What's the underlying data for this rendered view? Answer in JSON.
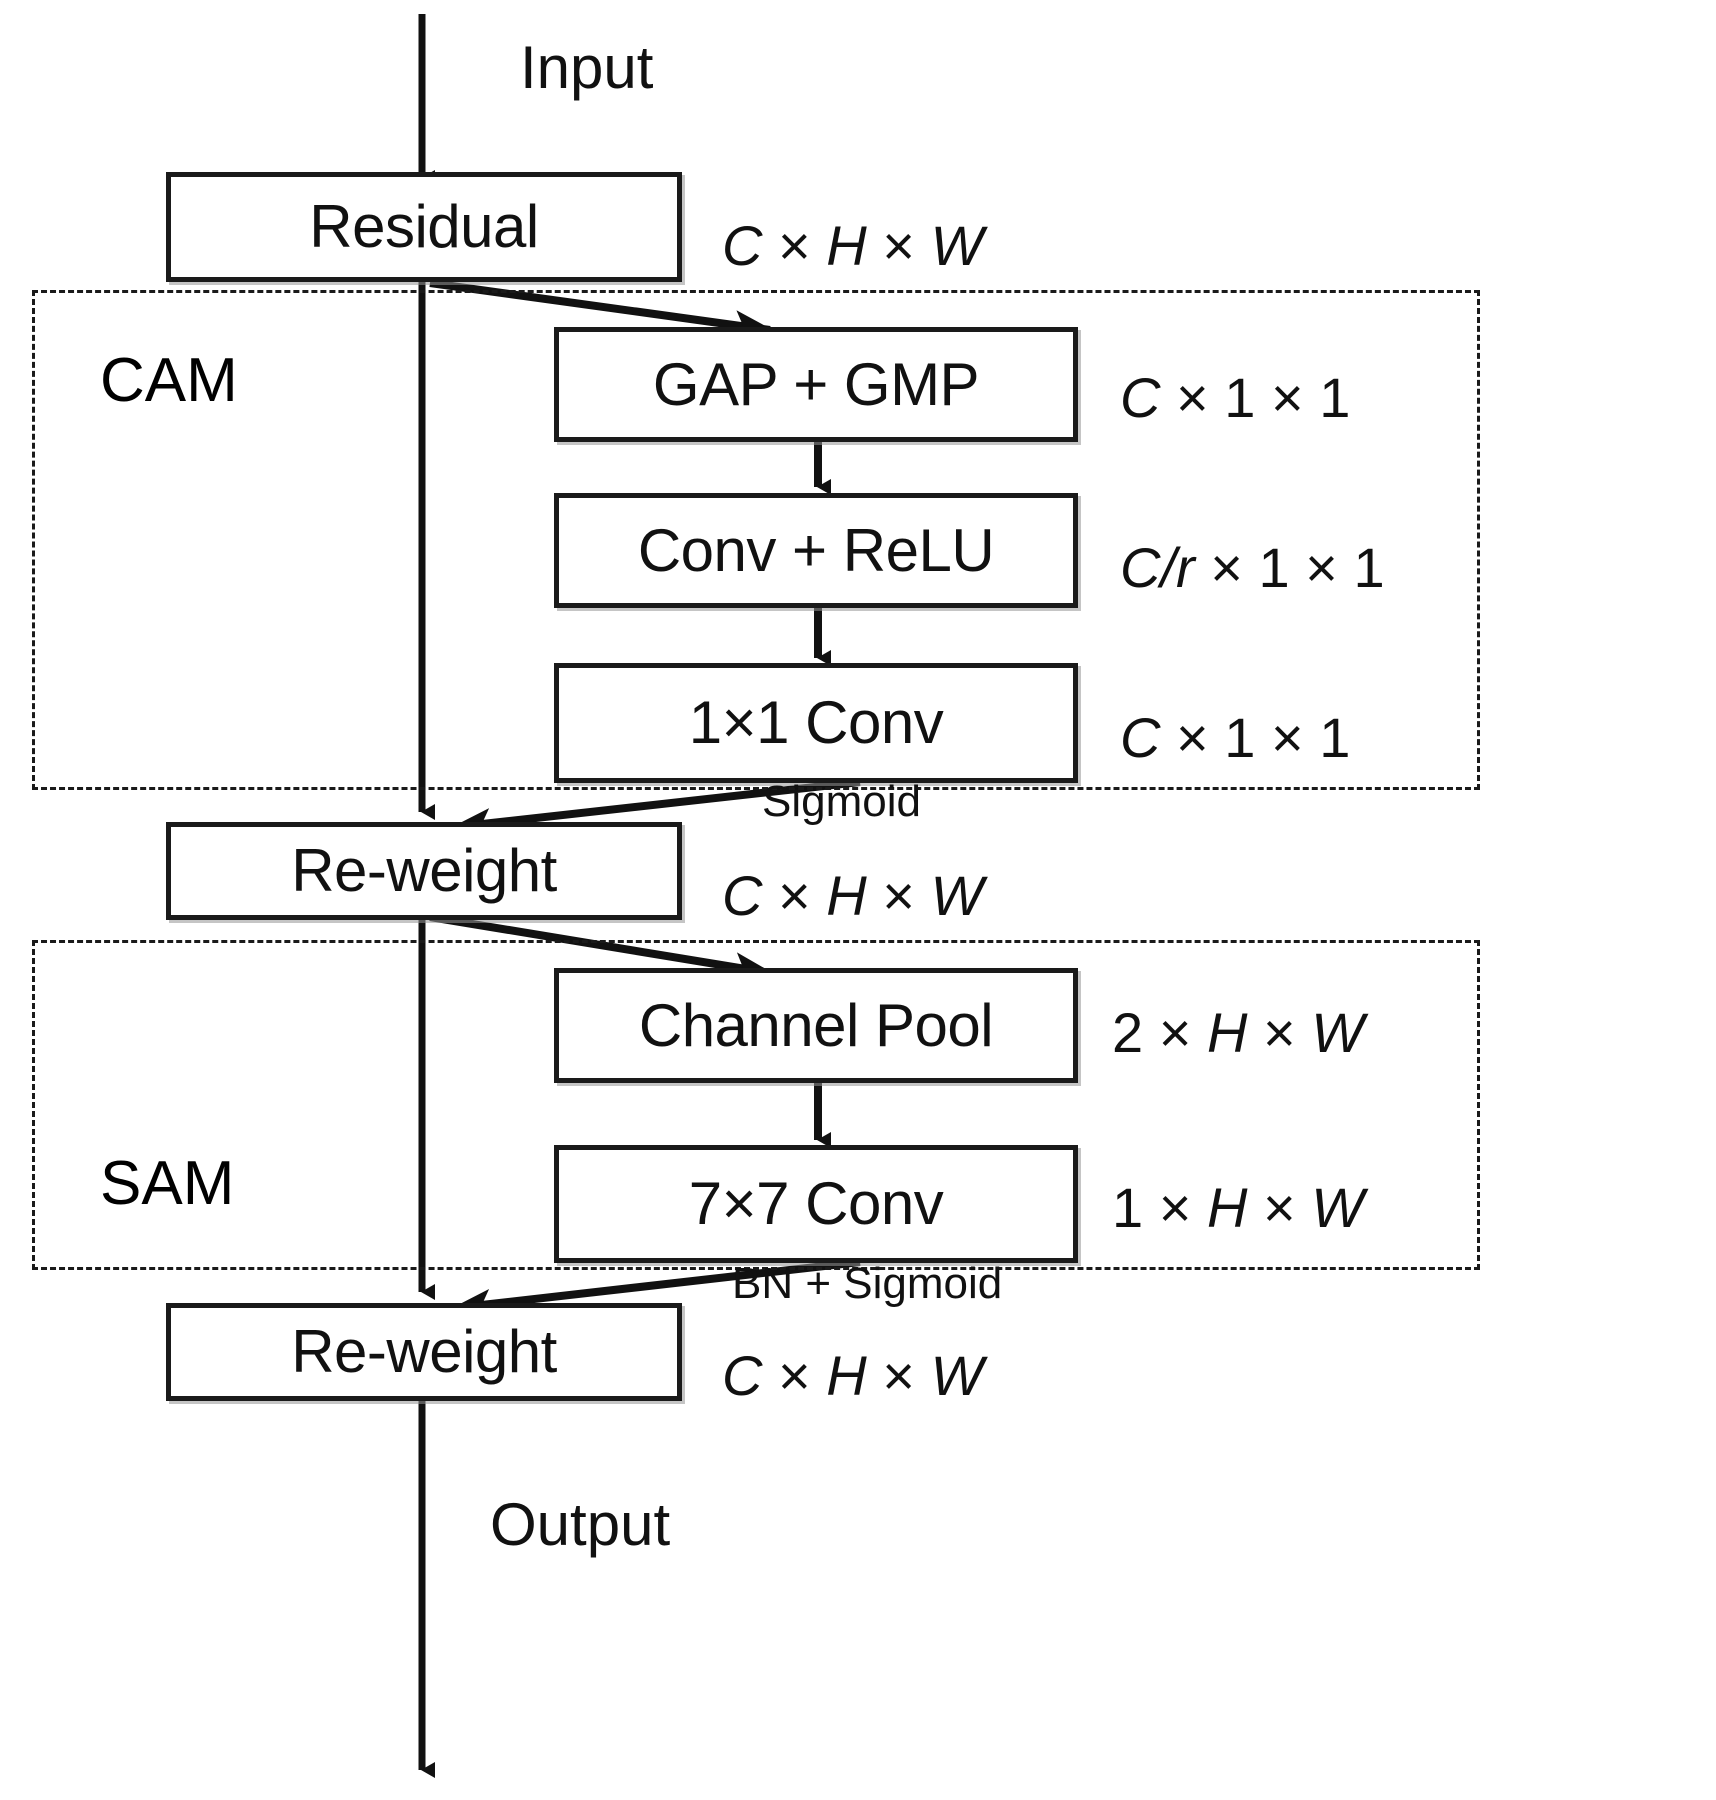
{
  "diagram": {
    "title": "CBAM attention block",
    "flow_labels": {
      "input": "Input",
      "output": "Output"
    },
    "groups": [
      {
        "id": "cam",
        "label": "CAM"
      },
      {
        "id": "sam",
        "label": "SAM"
      }
    ],
    "blocks": [
      {
        "id": "residual",
        "label": "Residual"
      },
      {
        "id": "gap-gmp",
        "label": "GAP + GMP"
      },
      {
        "id": "conv-relu",
        "label": "Conv + ReLU"
      },
      {
        "id": "conv-1x1",
        "label": "1×1 Conv"
      },
      {
        "id": "reweight-cam",
        "label": "Re-weight"
      },
      {
        "id": "channel-pool",
        "label": "Channel Pool"
      },
      {
        "id": "conv-7x7",
        "label": "7×7 Conv"
      },
      {
        "id": "reweight-sam",
        "label": "Re-weight"
      }
    ],
    "shape_annotations": [
      {
        "id": "shape-residual",
        "parts": [
          {
            "t": "C",
            "i": true
          },
          {
            "t": " × "
          },
          {
            "t": "H",
            "i": true
          },
          {
            "t": " × "
          },
          {
            "t": "W",
            "i": true
          }
        ]
      },
      {
        "id": "shape-gap-gmp",
        "parts": [
          {
            "t": "C",
            "i": true
          },
          {
            "t": " × 1 × 1"
          }
        ]
      },
      {
        "id": "shape-conv-relu",
        "parts": [
          {
            "t": "C/r",
            "i": true
          },
          {
            "t": " × 1 × 1"
          }
        ]
      },
      {
        "id": "shape-conv-1x1",
        "parts": [
          {
            "t": "C",
            "i": true
          },
          {
            "t": " × 1 × 1"
          }
        ]
      },
      {
        "id": "shape-reweight-cam",
        "parts": [
          {
            "t": "C",
            "i": true
          },
          {
            "t": " × "
          },
          {
            "t": "H",
            "i": true
          },
          {
            "t": " × "
          },
          {
            "t": "W",
            "i": true
          }
        ]
      },
      {
        "id": "shape-channel-pool",
        "parts": [
          {
            "t": "2 × "
          },
          {
            "t": "H",
            "i": true
          },
          {
            "t": " × "
          },
          {
            "t": "W",
            "i": true
          }
        ]
      },
      {
        "id": "shape-conv-7x7",
        "parts": [
          {
            "t": "1 × "
          },
          {
            "t": "H",
            "i": true
          },
          {
            "t": " × "
          },
          {
            "t": "W",
            "i": true
          }
        ]
      },
      {
        "id": "shape-reweight-sam",
        "parts": [
          {
            "t": "C",
            "i": true
          },
          {
            "t": " × "
          },
          {
            "t": "H",
            "i": true
          },
          {
            "t": " × "
          },
          {
            "t": "W",
            "i": true
          }
        ]
      }
    ],
    "shape_text": {
      "residual": "C × H × W",
      "gap_gmp": "C × 1 × 1",
      "conv_relu": "C/r × 1 × 1",
      "conv_1x1": "C × 1 × 1",
      "reweight_cam": "C × H × W",
      "channel_pool": "2 × H × W",
      "conv_7x7": "1 × H × W",
      "reweight_sam": "C × H × W"
    },
    "edge_labels": {
      "cam_gate": "Sigmoid",
      "sam_gate": "BN + Sigmoid"
    },
    "colors": {
      "stroke": "#1a1a1a",
      "box_fill": "#ffffff",
      "text": "#111111",
      "background": "#ffffff"
    }
  }
}
